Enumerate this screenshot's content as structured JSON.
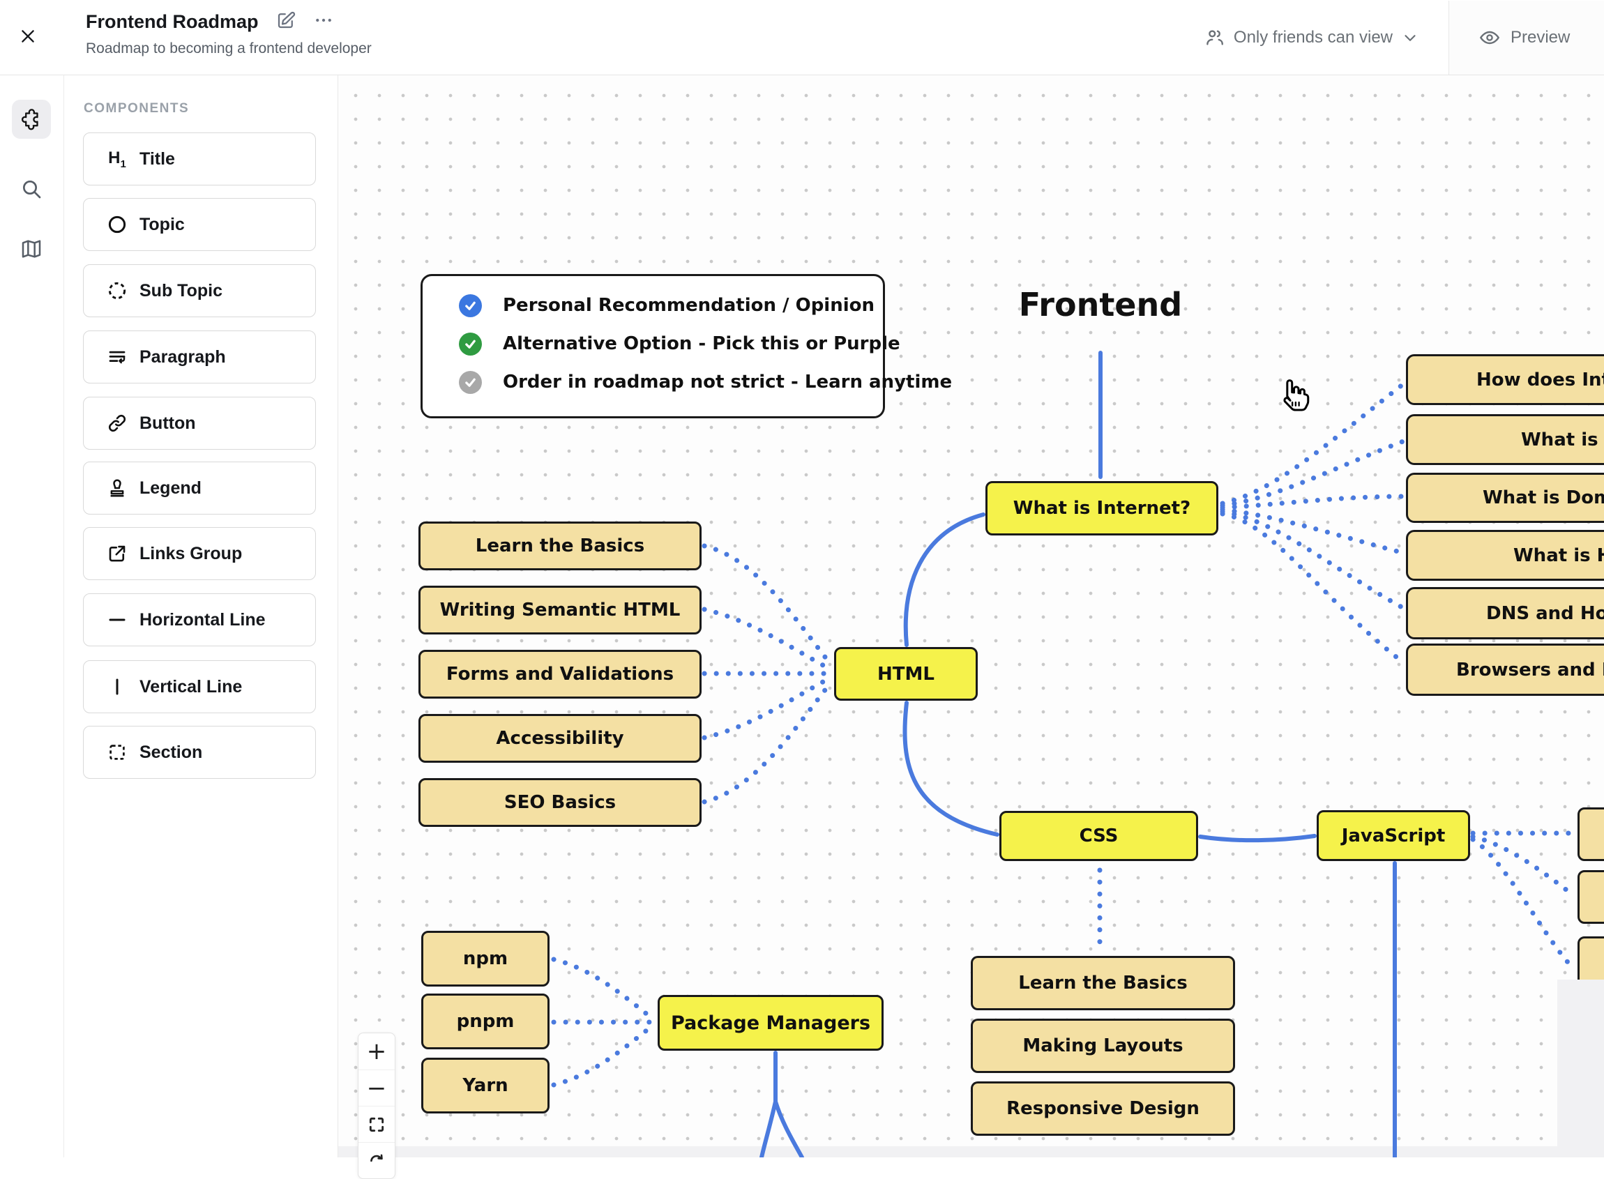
{
  "window": {
    "title": "Frontend Roadmap",
    "subtitle": "Roadmap to becoming a frontend developer",
    "visibility_label": "Only friends can view",
    "preview_label": "Preview"
  },
  "rail": {
    "icons": [
      "puzzle",
      "search",
      "map"
    ]
  },
  "components": {
    "heading": "COMPONENTS",
    "items": [
      {
        "label": "Title",
        "icon": "h1-icon"
      },
      {
        "label": "Topic",
        "icon": "circle-icon"
      },
      {
        "label": "Sub Topic",
        "icon": "dashed-circle-icon"
      },
      {
        "label": "Paragraph",
        "icon": "paragraph-lines-icon"
      },
      {
        "label": "Button",
        "icon": "link-icon"
      },
      {
        "label": "Legend",
        "icon": "stamp-icon"
      },
      {
        "label": "Links Group",
        "icon": "external-link-icon"
      },
      {
        "label": "Horizontal Line",
        "icon": "horizontal-line-icon"
      },
      {
        "label": "Vertical Line",
        "icon": "vertical-line-icon"
      },
      {
        "label": "Section",
        "icon": "dashed-square-icon"
      }
    ]
  },
  "canvas": {
    "root_label": "Frontend",
    "legend": {
      "items": [
        {
          "label": "Personal Recommendation / Opinion",
          "check_color": "#3b77e0"
        },
        {
          "label": "Alternative Option - Pick this or Purple",
          "check_color": "#2f9b41"
        },
        {
          "label": "Order in roadmap not strict - Learn anytime",
          "check_color": "#a8a8a8"
        }
      ]
    },
    "topics": {
      "what_is_internet": "What is Internet?",
      "html": "HTML",
      "css": "CSS",
      "javascript": "JavaScript",
      "package_managers": "Package Managers"
    },
    "html_subtopics": [
      "Learn the Basics",
      "Writing Semantic HTML",
      "Forms and Validations",
      "Accessibility",
      "SEO Basics"
    ],
    "css_subtopics": [
      "Learn the Basics",
      "Making Layouts",
      "Responsive Design"
    ],
    "pm_subtopics": [
      "npm",
      "pnpm",
      "Yarn"
    ],
    "internet_subtopics_visible": [
      "How does Inte",
      "What is H",
      "What is Doma",
      "What is Ho",
      "DNS and How",
      "Browsers and Ho"
    ]
  },
  "zoom_controls": {
    "zoom_in": "+",
    "zoom_out": "−",
    "fullscreen_icon": "fullscreen-icon",
    "partial_icon": "reset-view-icon"
  },
  "colors": {
    "edge_blue": "#4a7ade",
    "node_yellow": "#f5f24b",
    "node_tan": "#f4e0a3",
    "node_border": "#1a1a1a",
    "check_blue": "#3b77e0",
    "check_green": "#2f9b41",
    "check_gray": "#a8a8a8"
  }
}
